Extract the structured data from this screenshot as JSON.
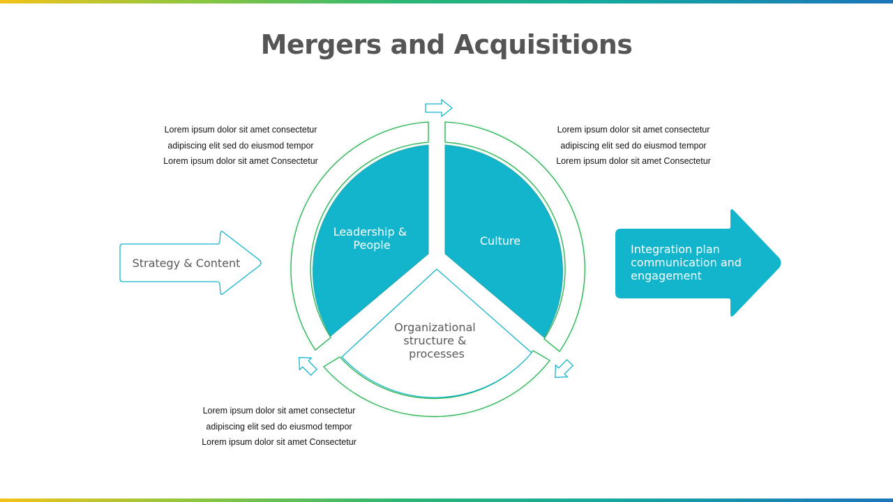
{
  "title": "Mergers and Acquisitions",
  "notes": {
    "top_left": [
      "Lorem ipsum dolor sit amet consectetur",
      "adipiscing elit sed do eiusmod tempor",
      "Lorem ipsum dolor sit amet Consectetur"
    ],
    "top_right": [
      "Lorem ipsum dolor sit amet consectetur",
      "adipiscing elit sed do eiusmod tempor",
      "Lorem ipsum dolor sit amet Consectetur"
    ],
    "bottom": [
      "Lorem ipsum dolor sit amet consectetur",
      "adipiscing elit sed do eiusmod tempor",
      "Lorem ipsum dolor sit amet Consectetur"
    ]
  },
  "input_arrow": {
    "label": "Strategy & Content"
  },
  "segments": {
    "leadership": [
      "Leadership &",
      "People"
    ],
    "culture": [
      "Culture"
    ],
    "organizational": [
      "Organizational",
      "structure &",
      "processes"
    ]
  },
  "output_arrow": {
    "lines": [
      "Integration plan",
      "communication and",
      "engagement"
    ]
  },
  "colors": {
    "primary": "#13b5cd",
    "ring_outline": "#22b14c",
    "title": "#555555",
    "text_dark": "#595959",
    "text_light": "#ffffff"
  }
}
